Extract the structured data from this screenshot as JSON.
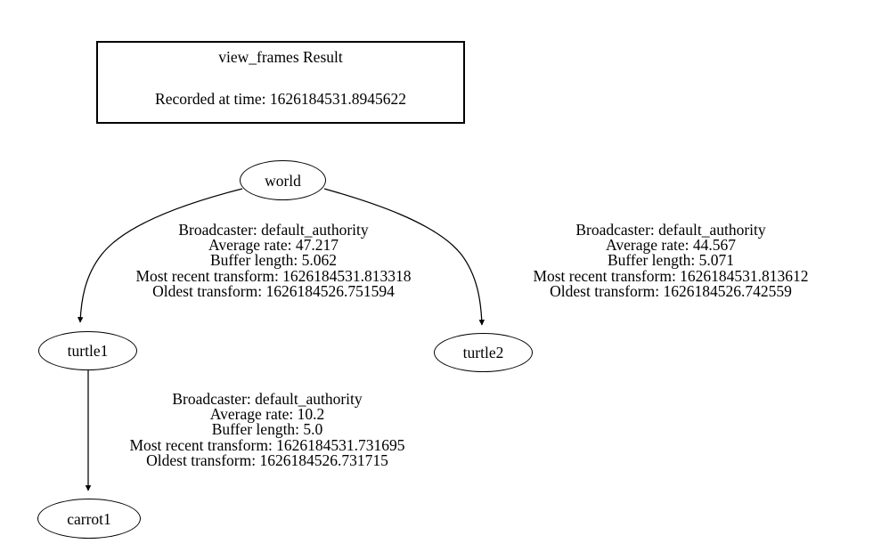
{
  "title_box": {
    "title": "view_frames Result",
    "subtitle": "Recorded at time: 1626184531.8945622"
  },
  "nodes": [
    {
      "id": "world",
      "label": "world"
    },
    {
      "id": "turtle1",
      "label": "turtle1"
    },
    {
      "id": "turtle2",
      "label": "turtle2"
    },
    {
      "id": "carrot1",
      "label": "carrot1"
    }
  ],
  "edges": [
    {
      "id": "world-turtle1",
      "from": "world",
      "to": "turtle1",
      "broadcaster": "Broadcaster: default_authority",
      "average_rate": "Average rate: 47.217",
      "buffer_length": "Buffer length: 5.062",
      "most_recent_transform": "Most recent transform: 1626184531.813318",
      "oldest_transform": "Oldest transform: 1626184526.751594"
    },
    {
      "id": "world-turtle2",
      "from": "world",
      "to": "turtle2",
      "broadcaster": "Broadcaster: default_authority",
      "average_rate": "Average rate: 44.567",
      "buffer_length": "Buffer length: 5.071",
      "most_recent_transform": "Most recent transform: 1626184531.813612",
      "oldest_transform": "Oldest transform: 1626184526.742559"
    },
    {
      "id": "turtle1-carrot1",
      "from": "turtle1",
      "to": "carrot1",
      "broadcaster": "Broadcaster: default_authority",
      "average_rate": "Average rate: 10.2",
      "buffer_length": "Buffer length: 5.0",
      "most_recent_transform": "Most recent transform: 1626184531.731695",
      "oldest_transform": "Oldest transform: 1626184526.731715"
    }
  ],
  "colors": {
    "background": "#ffffff",
    "stroke": "#000000",
    "text": "#000000"
  }
}
